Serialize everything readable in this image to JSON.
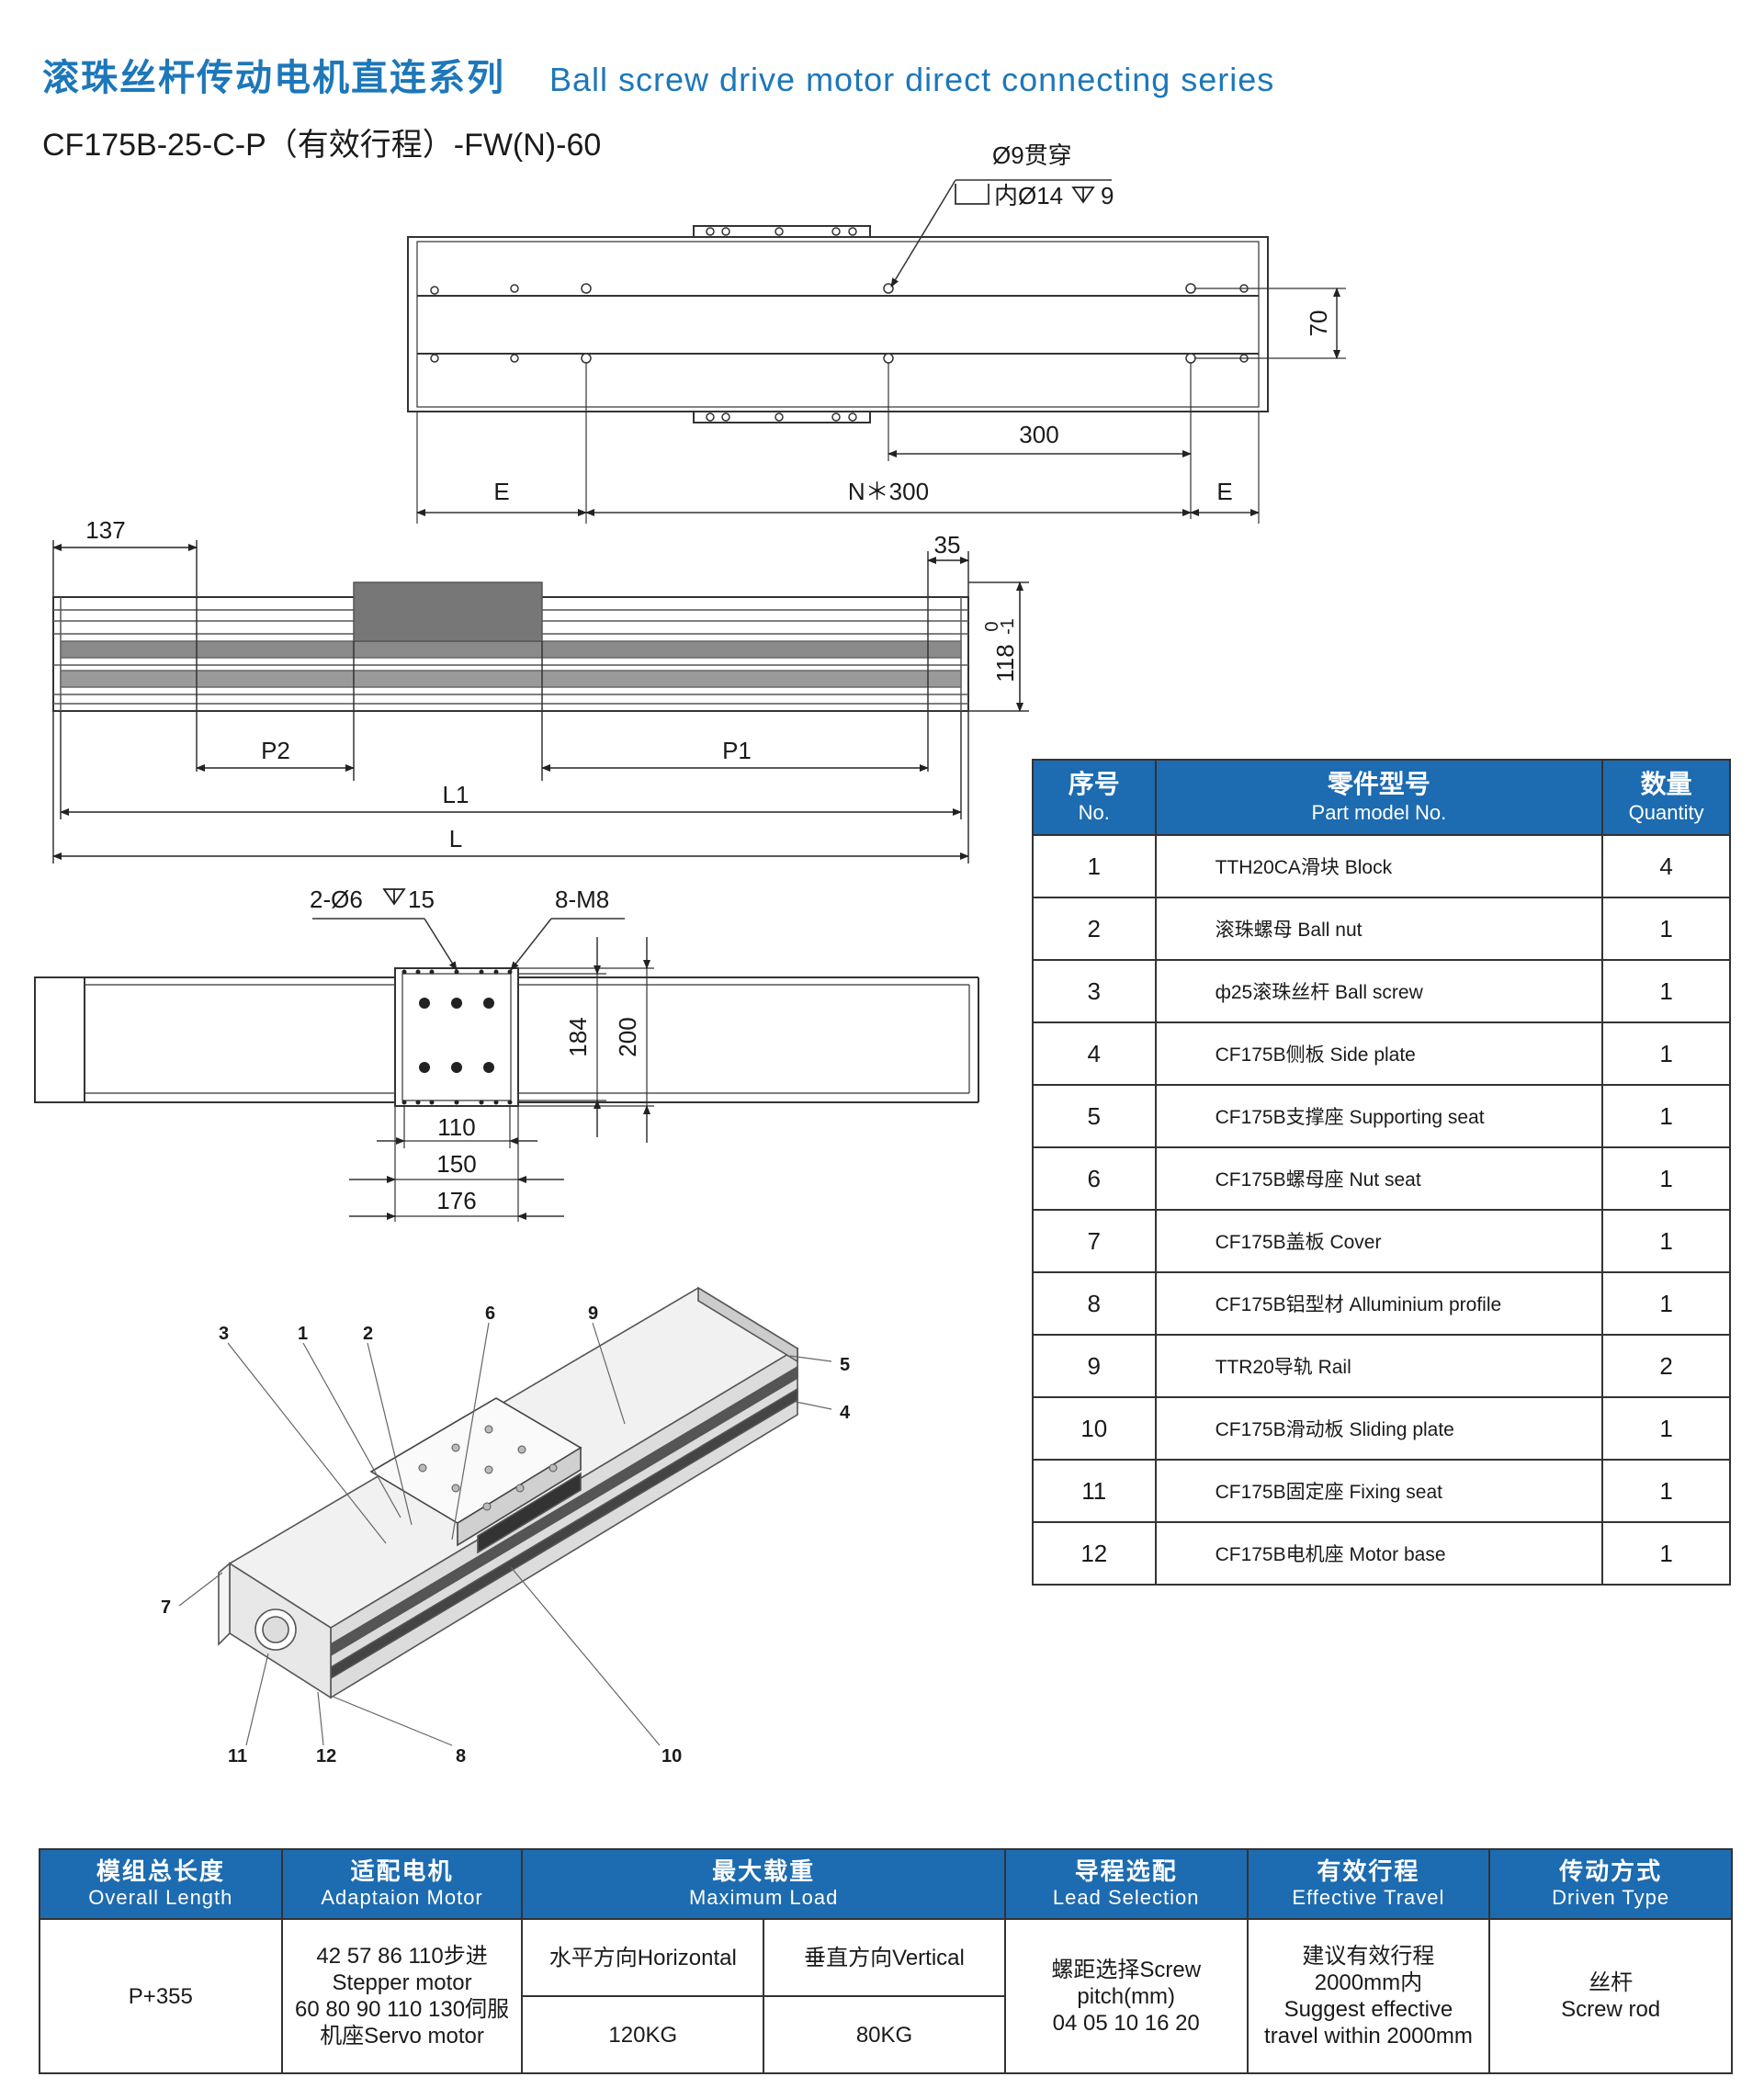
{
  "header": {
    "title_cn": "滚珠丝杆传动电机直连系列",
    "title_en": "Ball screw drive motor direct connecting series",
    "model_code": "CF175B-25-C-P（有效行程）-FW(N)-60"
  },
  "drawing_top": {
    "hole_note_1": "Ø9贯穿",
    "hole_note_2": "内Ø14",
    "hole_note_depth": "9",
    "dim_70": "70",
    "dim_300": "300",
    "dim_E_left": "E",
    "dim_N300": "N＊300",
    "dim_E_right": "E"
  },
  "drawing_side": {
    "dim_137": "137",
    "dim_35": "35",
    "dim_118": "118",
    "tol_upper": "0",
    "tol_lower": "-1",
    "dim_P2": "P2",
    "dim_P1": "P1",
    "dim_L1": "L1",
    "dim_L": "L"
  },
  "drawing_plan": {
    "hole_note_a": "2-Ø6",
    "hole_note_a_depth": "15",
    "hole_note_b": "8-M8",
    "dim_184": "184",
    "dim_200": "200",
    "dim_110": "110",
    "dim_150": "150",
    "dim_176": "176"
  },
  "iso_callouts": [
    "1",
    "2",
    "3",
    "4",
    "5",
    "6",
    "7",
    "8",
    "9",
    "10",
    "11",
    "12"
  ],
  "parts_table": {
    "headers": [
      {
        "cn": "序号",
        "en": "No."
      },
      {
        "cn": "零件型号",
        "en": "Part model No."
      },
      {
        "cn": "数量",
        "en": "Quantity"
      }
    ],
    "rows": [
      {
        "no": "1",
        "name": "TTH20CA滑块 Block",
        "qty": "4"
      },
      {
        "no": "2",
        "name": "滚珠螺母 Ball nut",
        "qty": "1"
      },
      {
        "no": "3",
        "name": "ф25滚珠丝杆 Ball screw",
        "qty": "1"
      },
      {
        "no": "4",
        "name": "CF175B侧板 Side plate",
        "qty": "1"
      },
      {
        "no": "5",
        "name": "CF175B支撑座 Supporting seat",
        "qty": "1"
      },
      {
        "no": "6",
        "name": "CF175B螺母座 Nut seat",
        "qty": "1"
      },
      {
        "no": "7",
        "name": "CF175B盖板 Cover",
        "qty": "1"
      },
      {
        "no": "8",
        "name": "CF175B铝型材 Alluminium profile",
        "qty": "1"
      },
      {
        "no": "9",
        "name": "TTR20导轨 Rail",
        "qty": "2"
      },
      {
        "no": "10",
        "name": "CF175B滑动板 Sliding plate",
        "qty": "1"
      },
      {
        "no": "11",
        "name": "CF175B固定座 Fixing seat",
        "qty": "1"
      },
      {
        "no": "12",
        "name": "CF175B电机座 Motor base",
        "qty": "1"
      }
    ]
  },
  "specs_table": {
    "headers": [
      {
        "cn": "模组总长度",
        "en": "Overall Length"
      },
      {
        "cn": "适配电机",
        "en": "Adaptaion Motor"
      },
      {
        "cn": "最大载重",
        "en": "Maximum Load"
      },
      {
        "cn": "导程选配",
        "en": "Lead Selection"
      },
      {
        "cn": "有效行程",
        "en": "Effective Travel"
      },
      {
        "cn": "传动方式",
        "en": "Driven Type"
      }
    ],
    "overall_length": "P+355",
    "motor_line1": "42 57 86 110步进",
    "motor_line2": "Stepper motor",
    "motor_line3": "60 80 90 110 130伺服",
    "motor_line4": "机座Servo motor",
    "load_horizontal_label": "水平方向Horizontal",
    "load_vertical_label": "垂直方向Vertical",
    "load_horizontal": "120KG",
    "load_vertical": "80KG",
    "lead_line1": "螺距选择Screw",
    "lead_line2": "pitch(mm)",
    "lead_line3": "04 05 10 16 20",
    "travel_line1": "建议有效行程",
    "travel_line2": "2000mm内",
    "travel_line3": "Suggest effective",
    "travel_line4": "travel within 2000mm",
    "drive_cn": "丝杆",
    "drive_en": "Screw rod"
  }
}
